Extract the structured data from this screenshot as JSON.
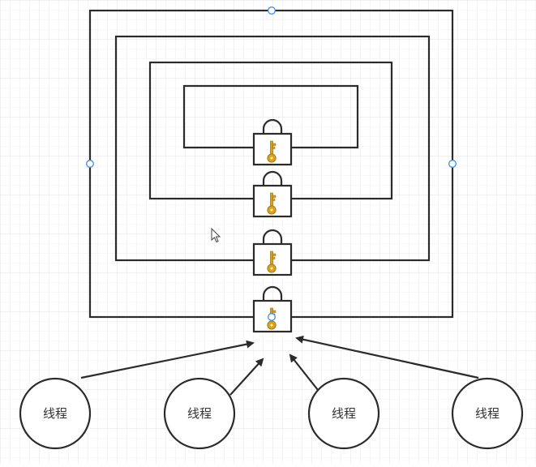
{
  "diagram": {
    "colors": {
      "stroke": "#2b2b2b",
      "grid_minor": "#eeeeee",
      "grid_major": "#e2e2e2",
      "key": "#d9a21a",
      "key_stroke": "#8a6210",
      "handle": "#3a8fe0"
    },
    "frames": [
      {
        "name": "frame-outer"
      },
      {
        "name": "frame-level-2"
      },
      {
        "name": "frame-level-3"
      },
      {
        "name": "frame-inner"
      }
    ],
    "locks": [
      {
        "name": "lock-inner",
        "icon": "padlock-icon"
      },
      {
        "name": "lock-level-3",
        "icon": "padlock-icon"
      },
      {
        "name": "lock-level-2",
        "icon": "padlock-icon"
      },
      {
        "name": "lock-outer",
        "icon": "padlock-icon"
      }
    ],
    "threads": [
      {
        "label": "线程"
      },
      {
        "label": "线程"
      },
      {
        "label": "线程"
      },
      {
        "label": "线程"
      }
    ]
  }
}
